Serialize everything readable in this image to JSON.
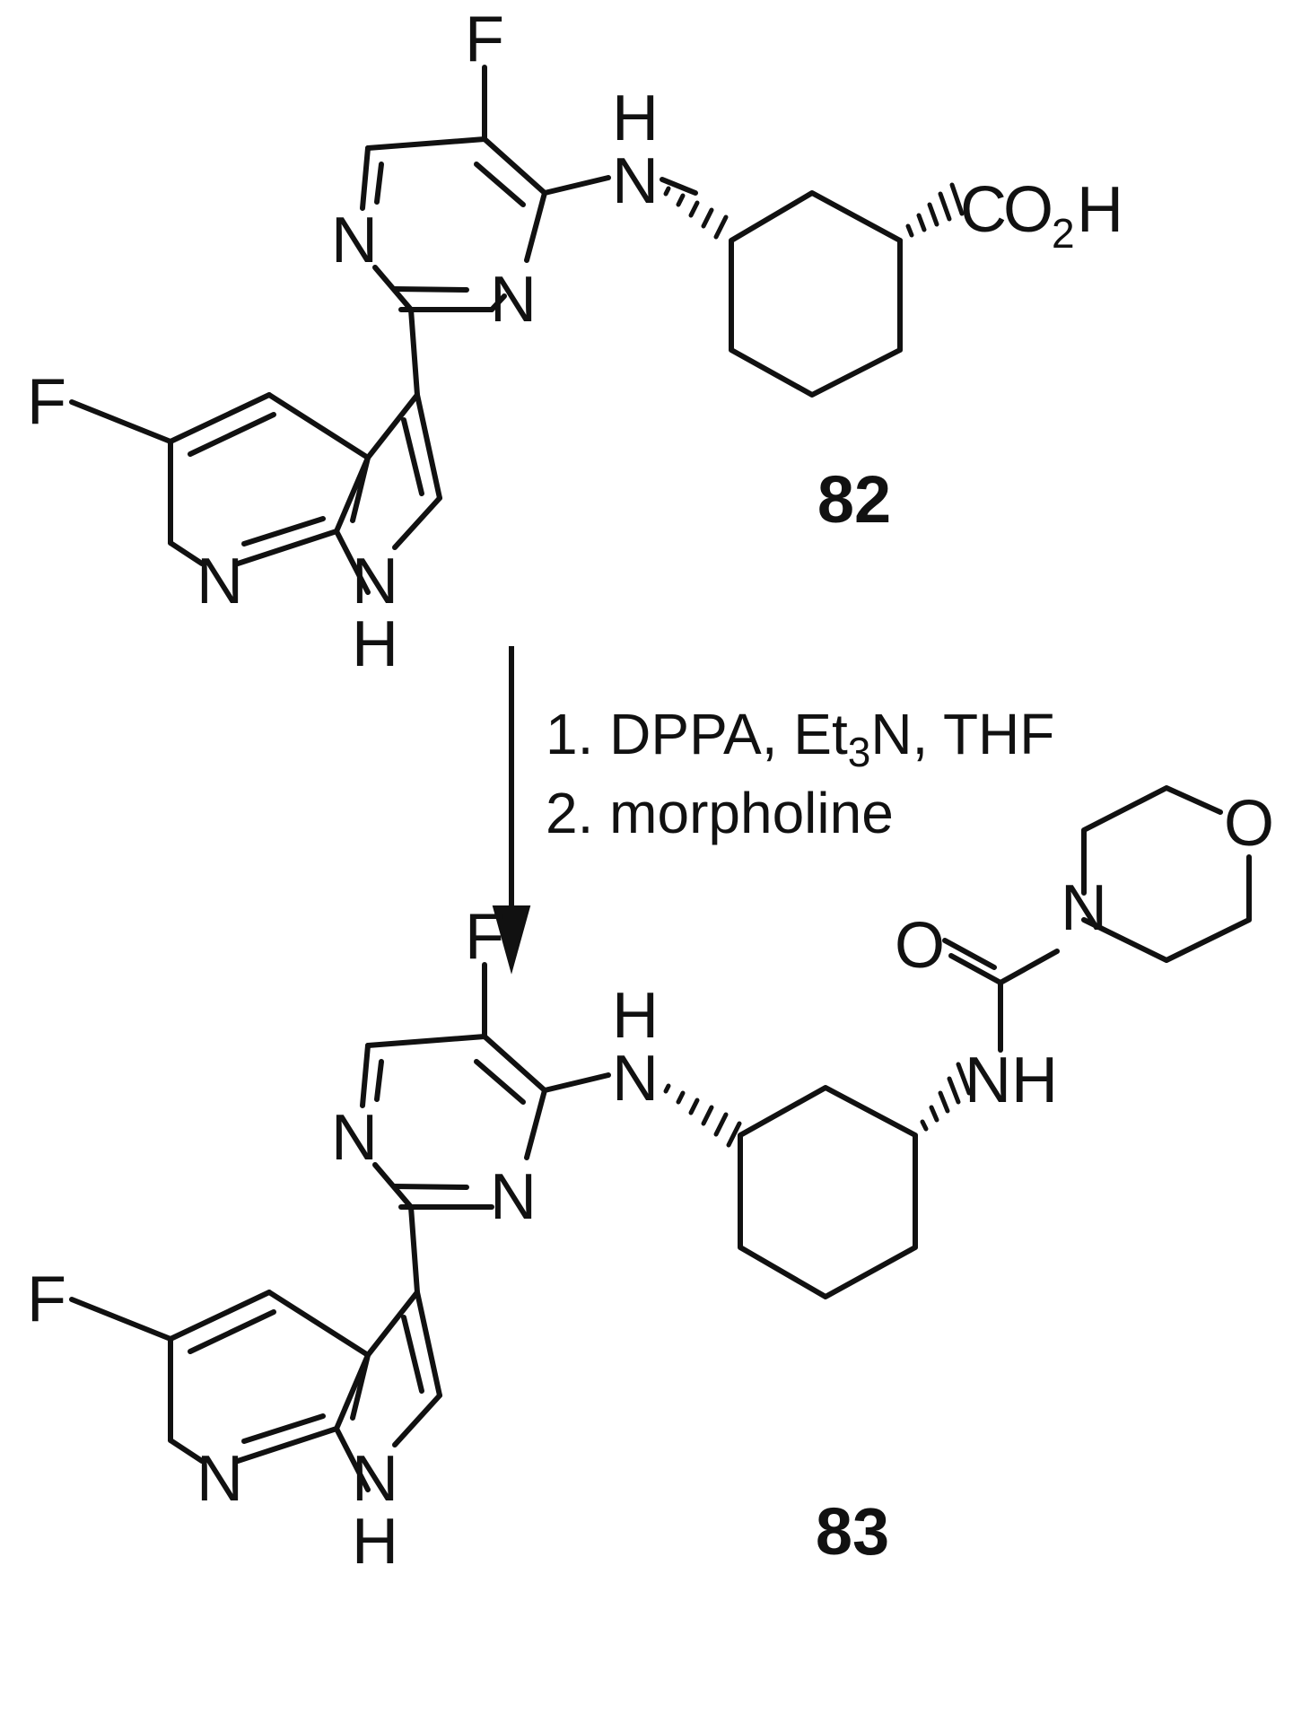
{
  "reactant": {
    "compound_number": "82",
    "atoms": {
      "f_top": "F",
      "n_pyr_left": "N",
      "n_pyr_right": "N",
      "f_left": "F",
      "n_pyridine": "N",
      "n_pyrrole": "N",
      "h_pyrrole": "H",
      "n_amine": "N",
      "h_amine": "H",
      "carboxyl_c": "C",
      "carboxyl_o": "O",
      "carboxyl_sub": "2",
      "carboxyl_h": "H"
    }
  },
  "conditions": {
    "step1_prefix": "1. DPPA, Et",
    "step1_sub": "3",
    "step1_suffix": "N, THF",
    "step2": "2. morpholine"
  },
  "product": {
    "compound_number": "83",
    "atoms": {
      "f_top": "F",
      "n_pyr_left": "N",
      "n_pyr_right": "N",
      "f_left": "F",
      "n_pyridine": "N",
      "n_pyrrole": "N",
      "h_pyrrole": "H",
      "n_amine": "N",
      "h_amine": "H",
      "urea_nh": "NH",
      "carbonyl_o": "O",
      "morpholine_n": "N",
      "morpholine_o": "O"
    }
  }
}
